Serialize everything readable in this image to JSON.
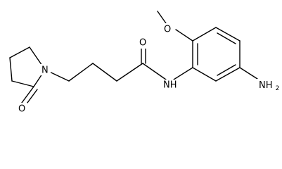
{
  "molecule": {
    "atoms": {
      "O_lactam": "O",
      "N_ring": "N",
      "O_amide": "O",
      "N_amide": "NH",
      "O_methoxy": "O",
      "N_amine_main": "NH",
      "N_amine_sub": "2"
    }
  }
}
